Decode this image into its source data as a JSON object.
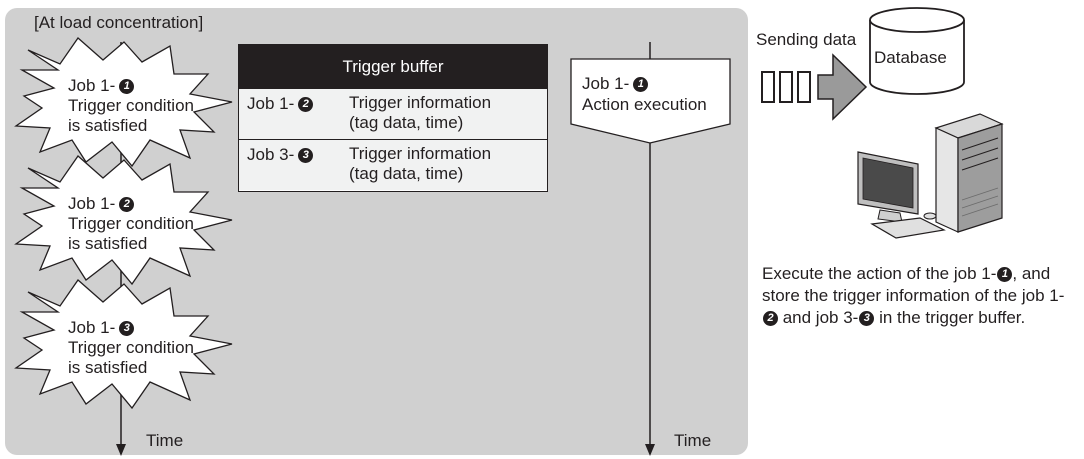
{
  "diagram": {
    "heading": "[At load concentration]",
    "events": [
      {
        "job": "Job 1-",
        "num": "1",
        "line2": "Trigger condition",
        "line3": "is satisfied"
      },
      {
        "job": "Job 1-",
        "num": "2",
        "line2": "Trigger condition",
        "line3": "is satisfied"
      },
      {
        "job": "Job 1-",
        "num": "3",
        "line2": "Trigger condition",
        "line3": "is satisfied"
      }
    ],
    "time_label_left": "Time",
    "time_label_right": "Time",
    "buffer": {
      "title": "Trigger buffer",
      "rows": [
        {
          "job": "Job 1-",
          "num": "2",
          "info1": "Trigger information",
          "info2": "(tag data, time)"
        },
        {
          "job": "Job 3-",
          "num": "3",
          "info1": "Trigger information",
          "info2": "(tag data, time)"
        }
      ]
    },
    "action": {
      "job": "Job 1-",
      "num": "1",
      "label": "Action execution"
    },
    "sending_label": "Sending data",
    "database_label": "Database",
    "caption": {
      "part1": "Execute the action of the job 1-",
      "num1": "1",
      "part2": ", and store the trigger information of the job 1-",
      "num2": "2",
      "part3": " and job 3-",
      "num3": "3",
      "part4": " in the trigger buffer."
    },
    "colors": {
      "panel": "#d0d0d0",
      "dark": "#231f20",
      "row": "#f1f2f2",
      "arrow": "#9a9a9a"
    }
  }
}
